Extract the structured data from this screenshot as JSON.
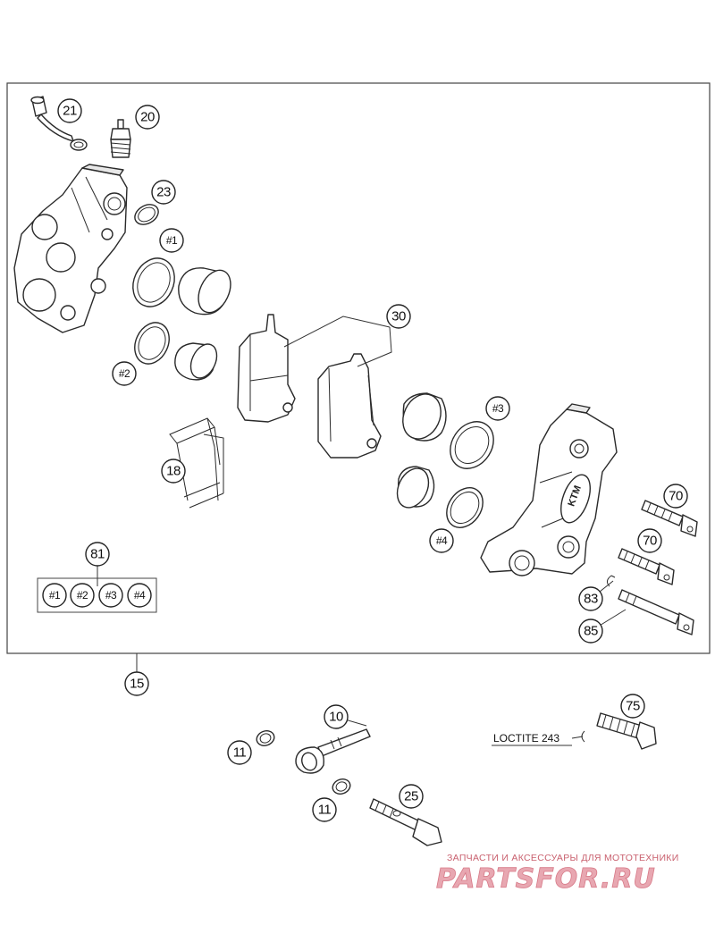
{
  "callouts": {
    "c21": "21",
    "c20": "20",
    "c23": "23",
    "c1a": "#1",
    "c2a": "#2",
    "c30": "30",
    "c3a": "#3",
    "c18": "18",
    "c4a": "#4",
    "c70a": "70",
    "c70b": "70",
    "c81": "81",
    "c1b": "#1",
    "c2b": "#2",
    "c3b": "#3",
    "c4b": "#4",
    "c83": "83",
    "c85": "85",
    "c15": "15",
    "c10": "10",
    "c11a": "11",
    "c11b": "11",
    "c75": "75",
    "c25": "25"
  },
  "note": "LOCTITE 243",
  "caliper_logo": "KTM",
  "watermark": {
    "tagline": "ЗАПЧАСТИ И АКСЕССУАРЫ ДЛЯ МОТОТЕХНИКИ",
    "brand": "PARTSFOR.RU"
  },
  "colors": {
    "line": "#2a2a2a",
    "watermark_text": "#c9606e",
    "watermark_brand": "#e8a7b1"
  }
}
